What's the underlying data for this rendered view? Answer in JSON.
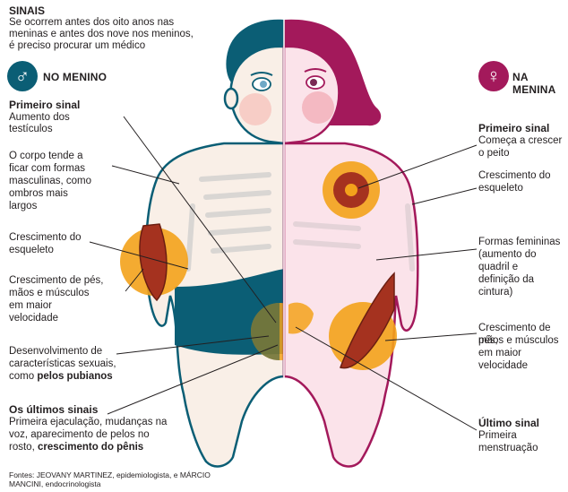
{
  "header": {
    "title": "SINAIS",
    "line1": "Se ocorrem antes dos oito anos nas",
    "line2": "meninas e antes dos nove nos meninos,",
    "line3": "é preciso procurar um médico"
  },
  "boy": {
    "label": "NO MENINO",
    "symbol": "♂",
    "first_title": "Primeiro sinal",
    "first_l1": "Aumento dos",
    "first_l2": "testículos",
    "body_l1": "O corpo tende a",
    "body_l2": "ficar com formas",
    "body_l3": "masculinas, como",
    "body_l4": "ombros mais",
    "body_l5": "largos",
    "skel_l1": "Crescimento do",
    "skel_l2": "esqueleto",
    "feet_l1": "Crescimento de pés,",
    "feet_l2": "mãos e músculos",
    "feet_l3": "em maior",
    "feet_l4": "velocidade",
    "sex_l1": "Desenvolvimento de",
    "sex_l2": "características sexuais,",
    "sex_l3a": "como ",
    "sex_l3b": "pelos pubianos",
    "last_title": "Os últimos sinais",
    "last_l1": "Primeira ejaculação, mudanças na",
    "last_l2": "voz, aparecimento de pelos no",
    "last_l3a": "rosto, ",
    "last_l3b": "crescimento do pênis"
  },
  "girl": {
    "label": "NA MENINA",
    "symbol": "♀",
    "first_title": "Primeiro sinal",
    "first_l1": "Começa a crescer",
    "first_l2": "o peito",
    "skel_l1": "Crescimento do",
    "skel_l2": "esqueleto",
    "forms_title": "Formas femininas",
    "forms_l1": "(aumento do",
    "forms_l2": "quadril e",
    "forms_l3": "definição da",
    "forms_l4": "cintura)",
    "feet_l1": "Crescimento de pés,",
    "feet_l2": "mãos e músculos",
    "feet_l3": "em maior",
    "feet_l4": "velocidade",
    "last_title": "Último sinal",
    "last_l1": "Primeira",
    "last_l2": "menstruação"
  },
  "sources": {
    "l1": "Fontes: JEOVANY MARTINEZ, epidemiologista,  e MÁRCIO",
    "l2": "MANCINI, endocrinologista"
  },
  "colors": {
    "boy": "#0b5e75",
    "girl": "#a3195b",
    "orange": "#f3a21b",
    "skin": "#f9efe7",
    "girl_skin": "#fbe3ea",
    "muscle": "#a5321f"
  }
}
